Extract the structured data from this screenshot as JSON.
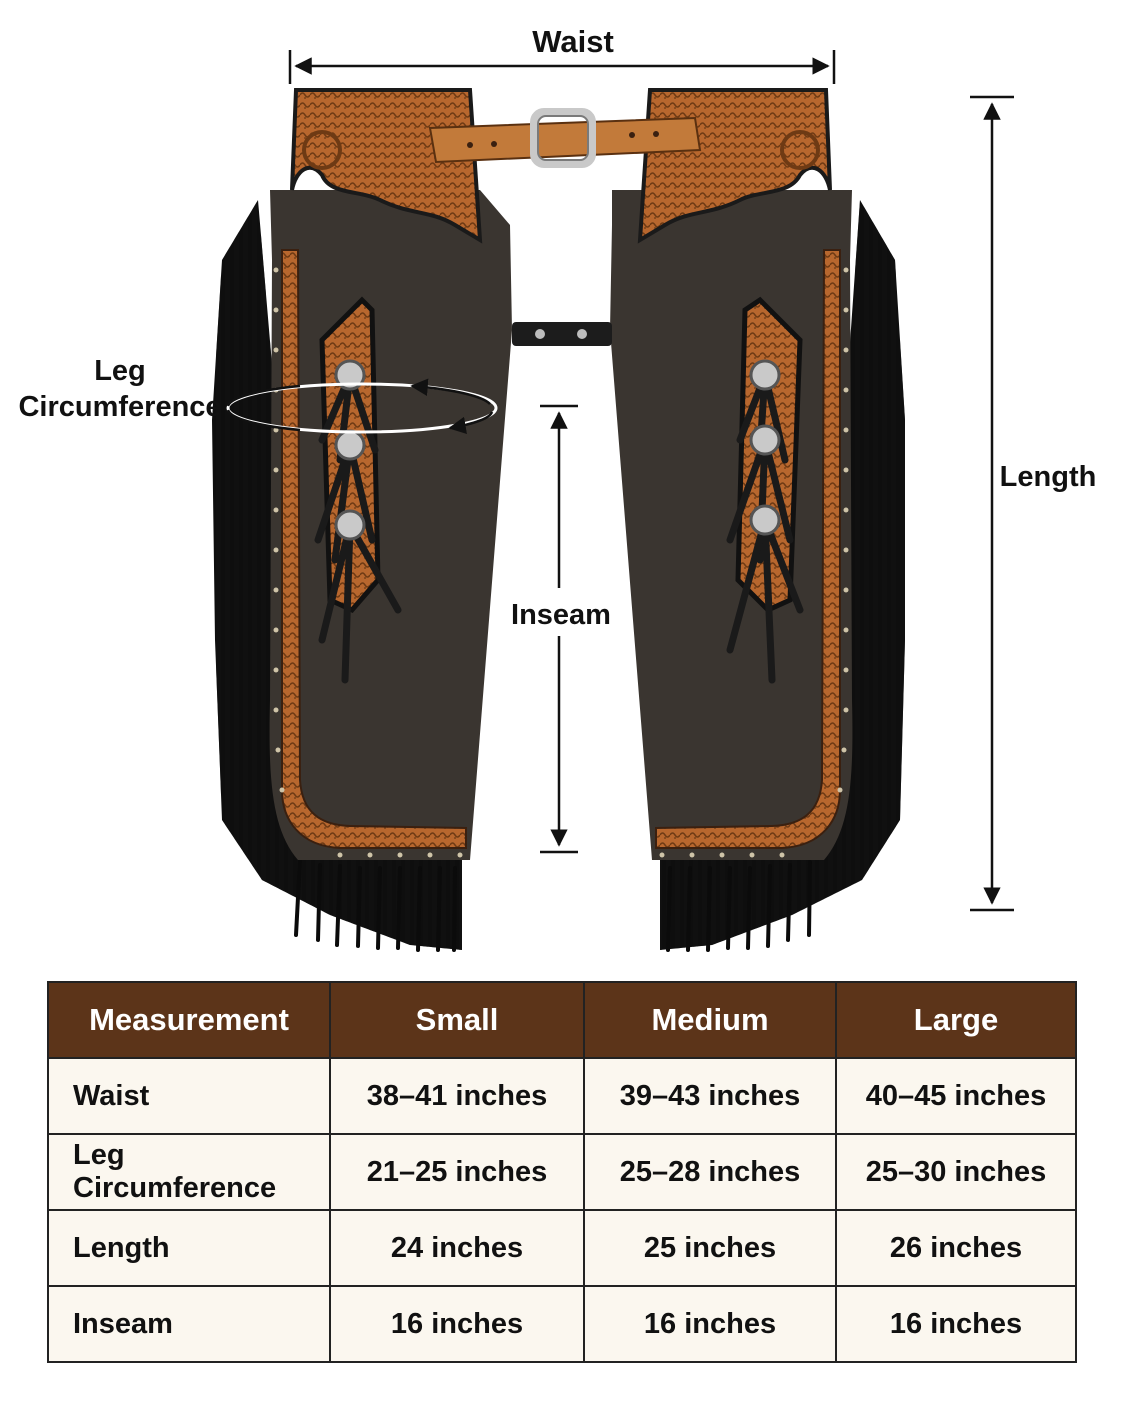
{
  "labels": {
    "waist": "Waist",
    "length": "Length",
    "inseam": "Inseam",
    "leg_circumference_line1": "Leg",
    "leg_circumference_line2": "Circumference"
  },
  "table": {
    "headers": [
      "Measurement",
      "Small",
      "Medium",
      "Large"
    ],
    "rows": [
      [
        "Waist",
        "38–41 inches",
        "39–43 inches",
        "40–45 inches"
      ],
      [
        "Leg Circumference",
        "21–25 inches",
        "25–28 inches",
        "25–30 inches"
      ],
      [
        "Length",
        "24 inches",
        "25 inches",
        "26 inches"
      ],
      [
        "Inseam",
        "16 inches",
        "16 inches",
        "16 inches"
      ]
    ]
  },
  "colors": {
    "header_bg": "#5c3419",
    "cell_bg": "#fbf7ef",
    "suede": "#3a3530",
    "tooled_leather": "#b8672e",
    "fringe": "#111111",
    "concho_silver": "#c9c9c9"
  }
}
